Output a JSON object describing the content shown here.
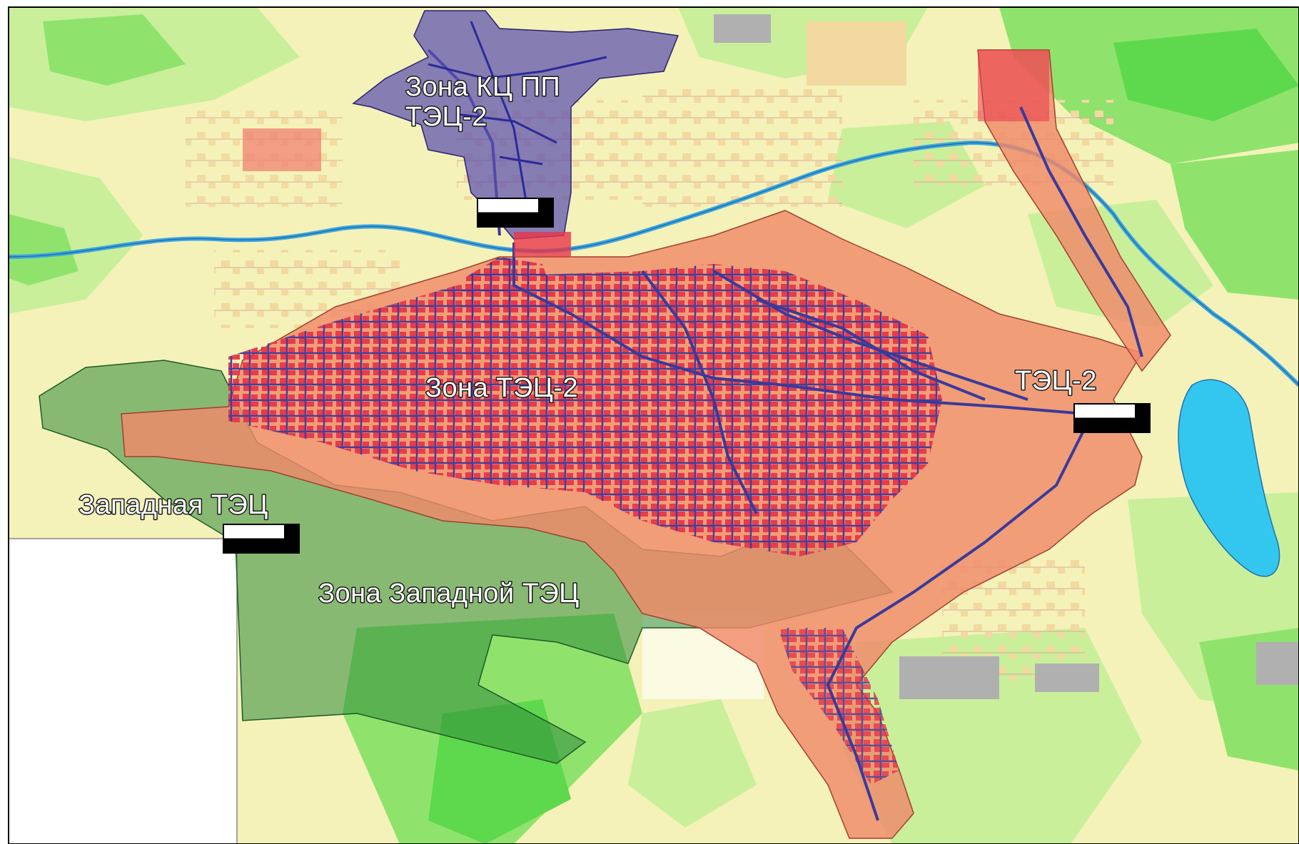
{
  "labels": {
    "zone_kc_pp_line1": "Зона КЦ ПП",
    "zone_kc_pp_line2": "ТЭЦ-2",
    "zone_tec2": "Зона ТЭЦ-2",
    "tec2": "ТЭЦ-2",
    "zapadnaya_tec": "Западная ТЭЦ",
    "zone_zapadnoy_tec": "Зона Западной ТЭЦ"
  },
  "colors": {
    "base_land": "#f4f2b8",
    "light_green": "#c9ef9a",
    "green": "#8fe36c",
    "bright_green": "#5ed84c",
    "river": "#3fa8e0",
    "lake": "#33c7f0",
    "zone_tec2": "#f08a6a",
    "zone_kc_pp": "#5b4fb0",
    "zone_zapadnaya": "#2f8a3a",
    "urban_red": "#e8364a",
    "network": "#3a3a9a"
  },
  "icons": [
    "power-plant-icon-kc-pp",
    "power-plant-icon-tec2",
    "power-plant-icon-zapadnaya"
  ]
}
